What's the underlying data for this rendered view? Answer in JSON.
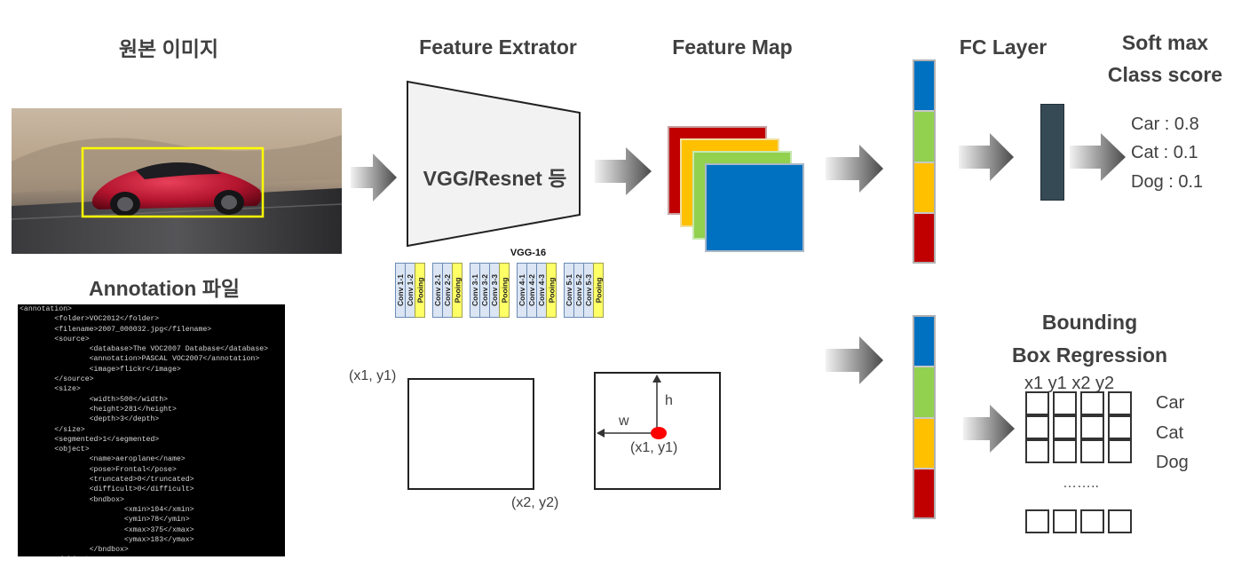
{
  "sections": {
    "original_image": "원본 이미지",
    "annotation_file": "Annotation 파일",
    "feature_extractor": "Feature Extrator",
    "feature_map": "Feature Map",
    "fc_layer": "FC Layer",
    "softmax_line1": "Soft max",
    "softmax_line2": "Class score",
    "bbox_line1": "Bounding",
    "bbox_line2": "Box Regression"
  },
  "backbone_label": "VGG/Resnet 등",
  "vgg16": {
    "title": "VGG-16",
    "blocks": [
      [
        "Conv 1-1",
        "Conv 1-2",
        "Pooing"
      ],
      [
        "Conv 2-1",
        "Conv 2-2",
        "Pooing"
      ],
      [
        "Conv 3-1",
        "Conv 3-2",
        "Conv 3-3",
        "Pooing"
      ],
      [
        "Conv 4-1",
        "Conv 4-2",
        "Conv 4-3",
        "Pooing"
      ],
      [
        "Conv 5-1",
        "Conv 5-2",
        "Conv 5-3",
        "Pooing"
      ]
    ]
  },
  "class_scores": [
    "Car : 0.8",
    "Cat : 0.1",
    "Dog : 0.1"
  ],
  "bbox_header": "x1 y1 x2 y2",
  "bbox_classes": [
    "Car",
    "Cat",
    "Dog"
  ],
  "bbox_ellipsis": "……..",
  "box_corner_labels": {
    "top_left": "(x1, y1)",
    "bottom_right": "(x2, y2)",
    "center": "(x1, y1)",
    "w": "w",
    "h": "h"
  },
  "annotation_xml": [
    "<annotation>",
    "        <folder>VOC2012</folder>",
    "        <filename>2007_000032.jpg</filename>",
    "        <source>",
    "                <database>The VOC2007 Database</database>",
    "                <annotation>PASCAL VOC2007</annotation>",
    "                <image>flickr</image>",
    "        </source>",
    "        <size>",
    "                <width>500</width>",
    "                <height>281</height>",
    "                <depth>3</depth>",
    "        </size>",
    "        <segmented>1</segmented>",
    "        <object>",
    "                <name>aeroplane</name>",
    "                <pose>Frontal</pose>",
    "                <truncated>0</truncated>",
    "                <difficult>0</difficult>",
    "                <bndbox>",
    "                        <xmin>104</xmin>",
    "                        <ymin>78</ymin>",
    "                        <xmax>375</xmax>",
    "                        <ymax>183</ymax>",
    "                </bndbox>",
    "        </object>"
  ],
  "colors": {
    "blue": "#0070c0",
    "green": "#92d050",
    "orange": "#ffc000",
    "red": "#c00000",
    "fc_dark": "#354a55",
    "bbox_yellow": "#ffff00",
    "point_red": "#ff0000"
  }
}
